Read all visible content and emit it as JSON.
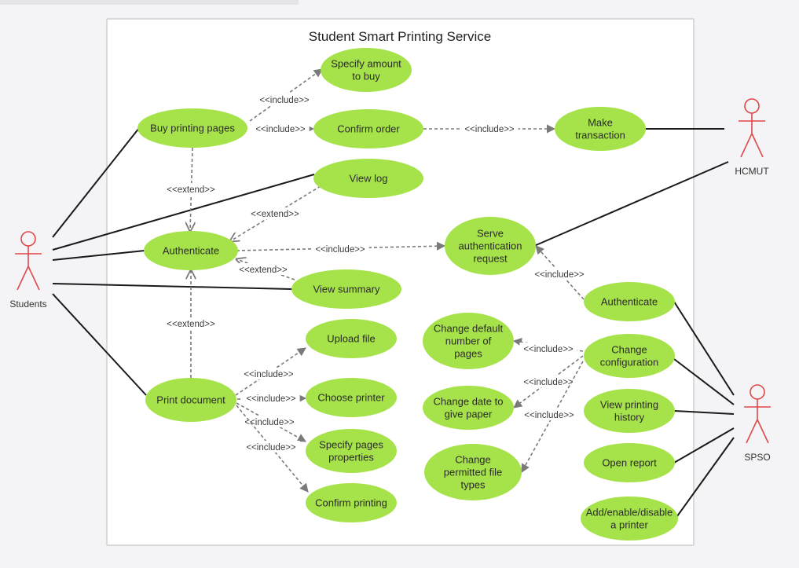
{
  "system": {
    "title": "Student Smart Printing Service"
  },
  "colors": {
    "usecase_fill": "#a6e24a",
    "actor_stroke": "#e04848",
    "line": "#1a1a1a",
    "dashed": "#7a7a7a",
    "frame": "#cfcfcf",
    "frame_fill": "#ffffff"
  },
  "actors": [
    {
      "id": "students",
      "label": "Students"
    },
    {
      "id": "hcmut",
      "label": "HCMUT"
    },
    {
      "id": "spso",
      "label": "SPSO"
    }
  ],
  "usecases": [
    {
      "id": "buy",
      "lines": [
        "Buy printing pages"
      ]
    },
    {
      "id": "amount",
      "lines": [
        "Specify amount",
        "to buy"
      ]
    },
    {
      "id": "confirm_order",
      "lines": [
        "Confirm order"
      ]
    },
    {
      "id": "transaction",
      "lines": [
        "Make",
        "transaction"
      ]
    },
    {
      "id": "view_log",
      "lines": [
        "View log"
      ]
    },
    {
      "id": "auth_student",
      "lines": [
        "Authenticate"
      ]
    },
    {
      "id": "serve_auth",
      "lines": [
        "Serve",
        "authentication",
        "request"
      ]
    },
    {
      "id": "view_summary",
      "lines": [
        "View summary"
      ]
    },
    {
      "id": "auth_spso",
      "lines": [
        "Authenticate"
      ]
    },
    {
      "id": "print_doc",
      "lines": [
        "Print document"
      ]
    },
    {
      "id": "upload",
      "lines": [
        "Upload file"
      ]
    },
    {
      "id": "choose_printer",
      "lines": [
        "Choose printer"
      ]
    },
    {
      "id": "pages_props",
      "lines": [
        "Specify pages",
        "properties"
      ]
    },
    {
      "id": "confirm_print",
      "lines": [
        "Confirm printing"
      ]
    },
    {
      "id": "default_pages",
      "lines": [
        "Change default",
        "number of",
        "pages"
      ]
    },
    {
      "id": "change_config",
      "lines": [
        "Change",
        "configuration"
      ]
    },
    {
      "id": "date_paper",
      "lines": [
        "Change date to",
        "give paper"
      ]
    },
    {
      "id": "history",
      "lines": [
        "View printing",
        "history"
      ]
    },
    {
      "id": "file_types",
      "lines": [
        "Change",
        "permitted file",
        "types"
      ]
    },
    {
      "id": "report",
      "lines": [
        "Open report"
      ]
    },
    {
      "id": "printer_mgmt",
      "lines": [
        "Add/enable/disable",
        "a printer"
      ]
    }
  ],
  "associations": [
    {
      "from": "students",
      "to": "buy"
    },
    {
      "from": "students",
      "to": "view_log"
    },
    {
      "from": "students",
      "to": "auth_student"
    },
    {
      "from": "students",
      "to": "view_summary"
    },
    {
      "from": "students",
      "to": "print_doc"
    },
    {
      "from": "hcmut",
      "to": "transaction"
    },
    {
      "from": "hcmut",
      "to": "serve_auth"
    },
    {
      "from": "spso",
      "to": "auth_spso"
    },
    {
      "from": "spso",
      "to": "change_config"
    },
    {
      "from": "spso",
      "to": "history"
    },
    {
      "from": "spso",
      "to": "report"
    },
    {
      "from": "spso",
      "to": "printer_mgmt"
    }
  ],
  "relations": [
    {
      "from": "buy",
      "to": "amount",
      "label": "<<include>>"
    },
    {
      "from": "buy",
      "to": "confirm_order",
      "label": "<<include>>"
    },
    {
      "from": "confirm_order",
      "to": "transaction",
      "label": "<<include>>"
    },
    {
      "from": "buy",
      "to": "auth_student",
      "label": "<<extend>>"
    },
    {
      "from": "view_log",
      "to": "auth_student",
      "label": "<<extend>>"
    },
    {
      "from": "auth_student",
      "to": "serve_auth",
      "label": "<<include>>"
    },
    {
      "from": "view_summary",
      "to": "auth_student",
      "label": "<<extend>>"
    },
    {
      "from": "print_doc",
      "to": "auth_student",
      "label": "<<extend>>"
    },
    {
      "from": "auth_spso",
      "to": "serve_auth",
      "label": "<<include>>"
    },
    {
      "from": "print_doc",
      "to": "upload",
      "label": "<<include>>"
    },
    {
      "from": "print_doc",
      "to": "choose_printer",
      "label": "<<include>>"
    },
    {
      "from": "print_doc",
      "to": "pages_props",
      "label": "<<include>>"
    },
    {
      "from": "print_doc",
      "to": "confirm_print",
      "label": "<<include>>"
    },
    {
      "from": "change_config",
      "to": "default_pages",
      "label": "<<include>>"
    },
    {
      "from": "change_config",
      "to": "date_paper",
      "label": "<<include>>"
    },
    {
      "from": "change_config",
      "to": "file_types",
      "label": "<<include>>"
    }
  ]
}
